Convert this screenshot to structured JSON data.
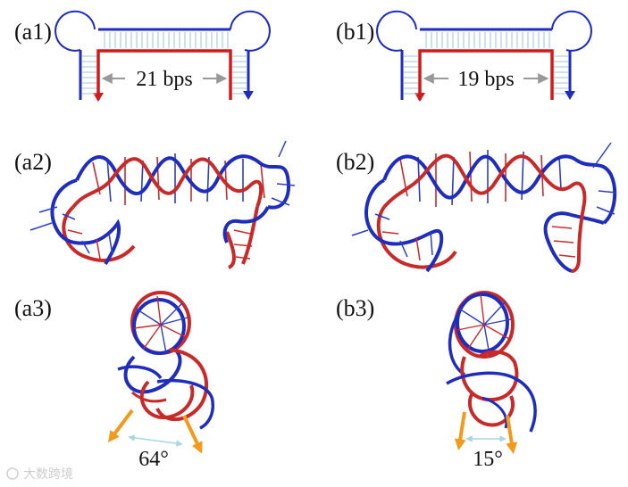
{
  "panels": {
    "a1": "(a1)",
    "b1": "(b1)",
    "a2": "(a2)",
    "b2": "(b2)",
    "a3": "(a3)",
    "b3": "(b3)"
  },
  "stems": {
    "a": "21 bps",
    "b": "19 bps"
  },
  "angles": {
    "a": "64°",
    "b": "15°"
  },
  "watermark": "大数跨境",
  "colors": {
    "strand_a": "#1f2dbf",
    "strand_b": "#d11a1a",
    "basepair": "#9fc4d4",
    "arrow": "#f39a1b",
    "dimension": "#999999"
  }
}
